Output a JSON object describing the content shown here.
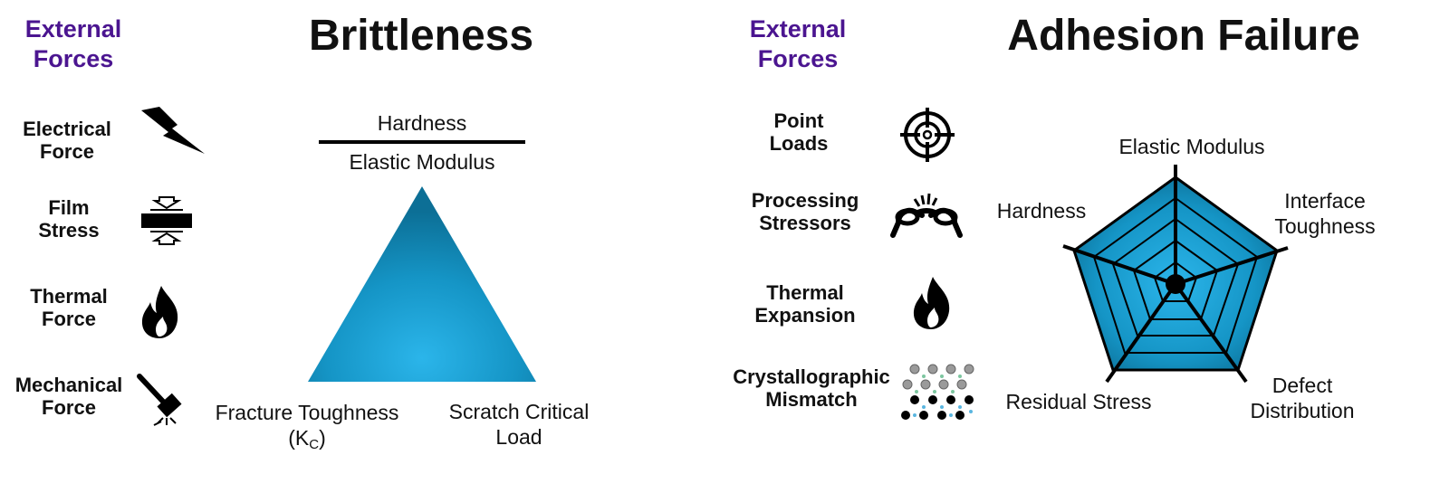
{
  "left_panel": {
    "external_forces_line1": "External",
    "external_forces_line2": "Forces",
    "title": "Brittleness",
    "forces": [
      {
        "line1": "Electrical",
        "line2": "Force",
        "icon": "lightning-bolt-icon"
      },
      {
        "line1": "Film",
        "line2": "Stress",
        "icon": "compressed-film-icon"
      },
      {
        "line1": "Thermal",
        "line2": "Force",
        "icon": "flame-icon"
      },
      {
        "line1": "Mechanical",
        "line2": "Force",
        "icon": "hammer-icon"
      }
    ],
    "fraction_numerator": "Hardness",
    "fraction_denominator": "Elastic Modulus",
    "triangle_left_label_line1": "Fracture Toughness",
    "triangle_left_label_line2": "(K",
    "triangle_left_label_sub": "C",
    "triangle_left_label_close": ")",
    "triangle_right_label_line1": "Scratch Critical",
    "triangle_right_label_line2": "Load"
  },
  "right_panel": {
    "external_forces_line1": "External",
    "external_forces_line2": "Forces",
    "title": "Adhesion Failure",
    "forces": [
      {
        "line1": "Point",
        "line2": "Loads",
        "icon": "crosshair-icon"
      },
      {
        "line1": "Processing",
        "line2": "Stressors",
        "icon": "breaking-chain-icon"
      },
      {
        "line1": "Thermal",
        "line2": "Expansion",
        "icon": "flame-icon"
      },
      {
        "line1": "Crystallographic",
        "line2": "Mismatch",
        "icon": "crystal-lattice-icon"
      }
    ],
    "radar_axes": {
      "top": "Elastic Modulus",
      "upper_right_line1": "Interface",
      "upper_right_line2": "Toughness",
      "upper_left": "Hardness",
      "lower_right_line1": "Defect",
      "lower_right_line2": "Distribution",
      "lower_left": "Residual Stress"
    }
  },
  "colors": {
    "purple": "#4b1590",
    "blue_light": "#2bb5ea",
    "blue_dark": "#0c6f96",
    "black": "#000000"
  }
}
